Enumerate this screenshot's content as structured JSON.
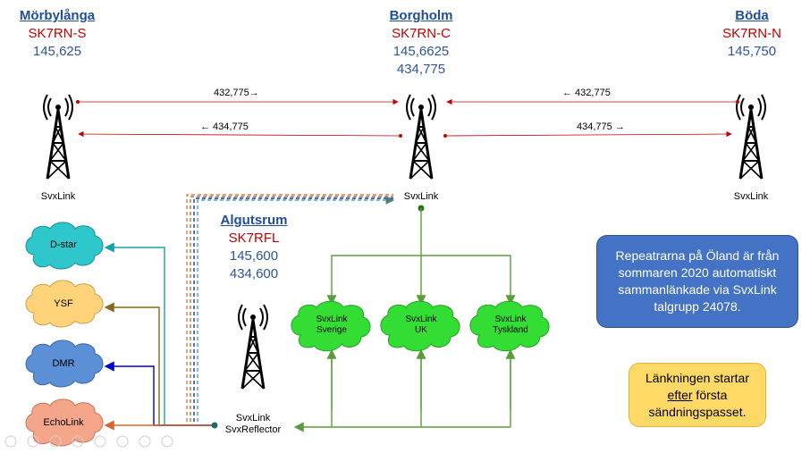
{
  "sites": {
    "morbylanga": {
      "name": "Mörbylånga",
      "call": "SK7RN-S",
      "freq1": "145,625"
    },
    "borgholm": {
      "name": "Borgholm",
      "call": "SK7RN-C",
      "freq1": "145,6625",
      "freq2": "434,775"
    },
    "boda": {
      "name": "Böda",
      "call": "SK7RN-N",
      "freq1": "145,750"
    },
    "algutsrum": {
      "name": "Algutsrum",
      "call": "SK7RFL",
      "freq1": "145,600",
      "freq2": "434,600"
    }
  },
  "tower_labels": {
    "left": "SvxLink",
    "center": "SvxLink",
    "right": "SvxLink",
    "reflector_line1": "SvxLink",
    "reflector_line2": "SvxReflector"
  },
  "links": {
    "l_top": "432,775→",
    "l_bottom": "← 434,775",
    "r_top": "← 432,775",
    "r_bottom": "434,775 →"
  },
  "left_clouds": {
    "dstar": "D-star",
    "ysf": "YSF",
    "dmr": "DMR",
    "echolink": "EchoLink"
  },
  "green_clouds": {
    "sverige_l1": "SvxLink",
    "sverige_l2": "Sverige",
    "uk_l1": "SvxLink",
    "uk_l2": "UK",
    "tyskland_l1": "SvxLink",
    "tyskland_l2": "Tyskland"
  },
  "info_box": "Repeatrarna på Öland är från sommaren 2020 automatiskt sammanlänkade via SvxLink talgrupp 24078.",
  "note_box": {
    "line1": "Länkningen startar",
    "line2_u": "efter",
    "line2_rest": " första",
    "line3": "sändningspasset."
  },
  "colors": {
    "dstar": "#2ec8cc",
    "ysf": "#ffd37a",
    "dmr": "#5b8fd6",
    "echolink": "#f4a58a",
    "green": "#33dd33"
  }
}
